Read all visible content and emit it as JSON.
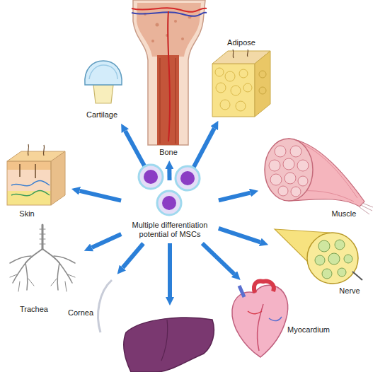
{
  "diagram": {
    "nodes": [
      {
        "text": [
          "Bone"
        ]
      },
      {
        "text": [
          "Adipose"
        ]
      },
      {
        "text": [
          "Cartilage"
        ]
      },
      {
        "text": [
          "Muscle"
        ]
      },
      {
        "text": [
          "Skin"
        ]
      },
      {
        "text": [
          "Multiple differentiation potential of MSCs"
        ]
      },
      {
        "text": [
          "Nerve"
        ]
      },
      {
        "text": [
          "Trachea"
        ]
      },
      {
        "text": [
          "Cornea"
        ]
      },
      {
        "text": [
          "Myocardium"
        ]
      }
    ],
    "edges": [
      {
        "from": 5,
        "to": 0,
        "arrow": "to"
      },
      {
        "from": 5,
        "to": 1,
        "arrow": "to"
      },
      {
        "from": 5,
        "to": 2,
        "arrow": "to"
      },
      {
        "from": 5,
        "to": 3,
        "arrow": "to"
      },
      {
        "from": 5,
        "to": 4,
        "arrow": "to"
      },
      {
        "from": 5,
        "to": 6,
        "arrow": "to"
      },
      {
        "from": 5,
        "to": 7,
        "arrow": "to"
      },
      {
        "from": 5,
        "to": 8,
        "arrow": "to"
      },
      {
        "from": 5,
        "to": 9,
        "arrow": "to"
      }
    ]
  }
}
